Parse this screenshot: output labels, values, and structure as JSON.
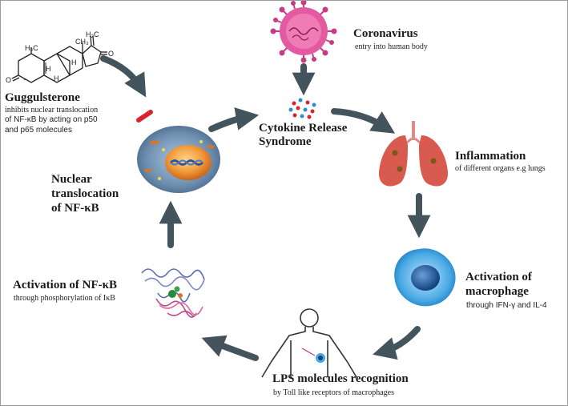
{
  "coronavirus": {
    "title": "Coronavirus",
    "subtitle": "entry into human body"
  },
  "cytokine": {
    "title_line1": "Cytokine Release",
    "title_line2": "Syndrome"
  },
  "inflammation": {
    "title": "Inflammation",
    "subtitle": "of different organs e.g lungs"
  },
  "macrophage": {
    "title_line1": "Activation of",
    "title_line2": "macrophage",
    "subtitle": "through IFN-γ and IL-4"
  },
  "lps": {
    "title": "LPS molecules recognition",
    "subtitle": "by Toll like receptors of macrophages"
  },
  "nfkb_activation": {
    "title": "Activation of NF-κB",
    "subtitle": "through phosphorylation of IκB"
  },
  "nuclear": {
    "line1": "Nuclear",
    "line2": "translocation",
    "line3": "of NF-κB"
  },
  "guggulsterone": {
    "title": "Guggulsterone",
    "line1": "inhibits nuclear translocation",
    "line2": "of NF-κB by acting on p50",
    "line3": "and p65 molecules"
  },
  "structure_labels": {
    "h2c": "H₂C",
    "ch3": "CH₃",
    "o_right": "O",
    "o_left": "O",
    "h3c": "H₃C",
    "h_a": "H",
    "h_b": "H",
    "h_c": "H"
  },
  "colors": {
    "arrow": "#43545c",
    "inhibit": "#d8242c",
    "virus": "#c83a86",
    "lung": "#d95a4e",
    "macrophage": "#1e8fd0"
  }
}
